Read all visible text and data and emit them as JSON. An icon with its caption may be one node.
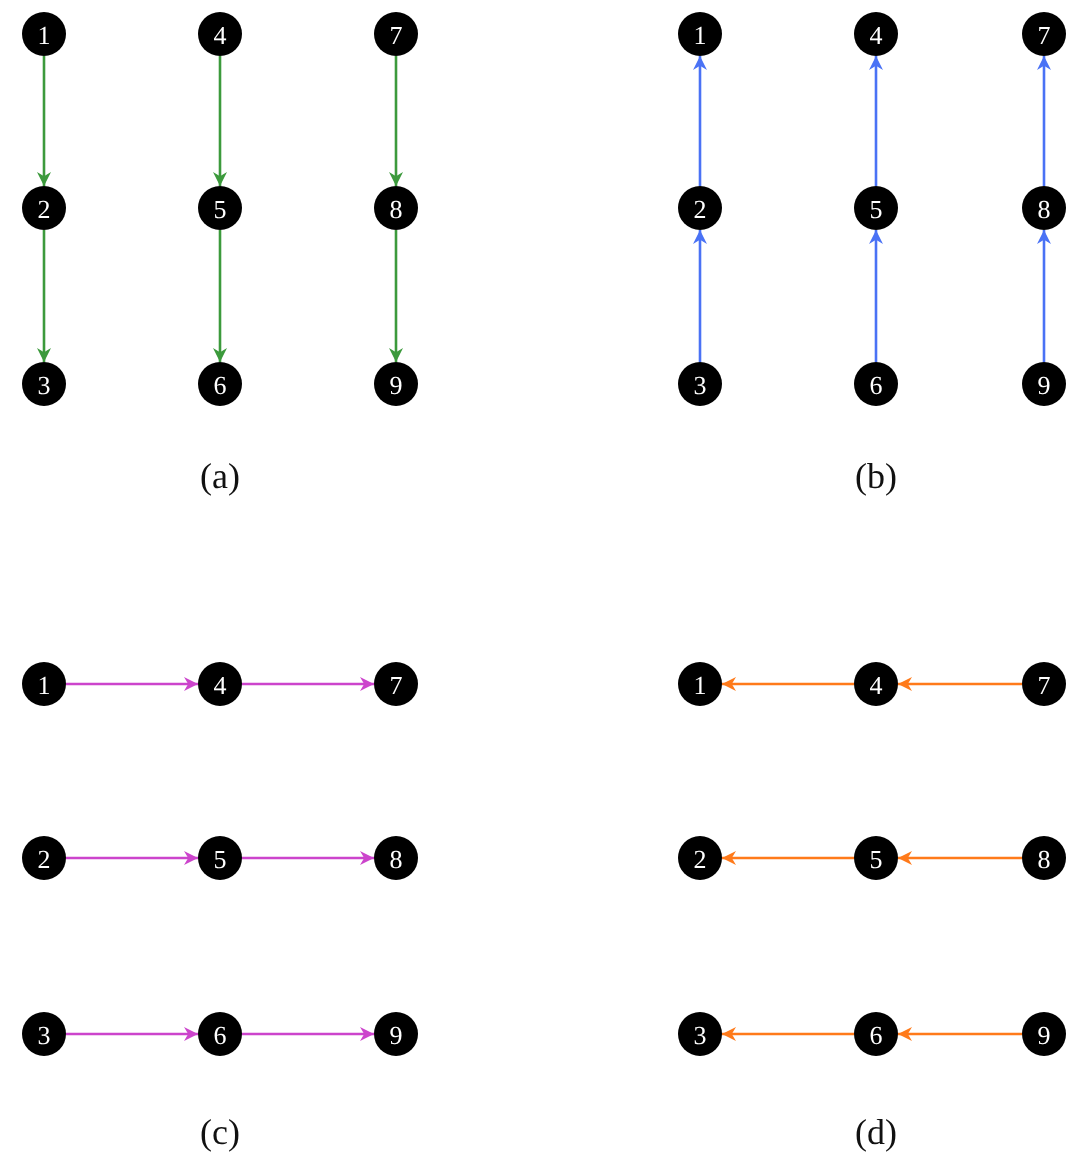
{
  "diagram": {
    "nodes": [
      {
        "text": [
          "1"
        ]
      },
      {
        "text": [
          "2"
        ]
      },
      {
        "text": [
          "3"
        ]
      },
      {
        "text": [
          "4"
        ]
      },
      {
        "text": [
          "5"
        ]
      },
      {
        "text": [
          "6"
        ]
      },
      {
        "text": [
          "7"
        ]
      },
      {
        "text": [
          "8"
        ]
      },
      {
        "text": [
          "9"
        ]
      },
      {
        "text": [
          "1"
        ]
      },
      {
        "text": [
          "2"
        ]
      },
      {
        "text": [
          "3"
        ]
      },
      {
        "text": [
          "4"
        ]
      },
      {
        "text": [
          "5"
        ]
      },
      {
        "text": [
          "6"
        ]
      },
      {
        "text": [
          "7"
        ]
      },
      {
        "text": [
          "8"
        ]
      },
      {
        "text": [
          "9"
        ]
      },
      {
        "text": [
          "1"
        ]
      },
      {
        "text": [
          "2"
        ]
      },
      {
        "text": [
          "3"
        ]
      },
      {
        "text": [
          "4"
        ]
      },
      {
        "text": [
          "5"
        ]
      },
      {
        "text": [
          "6"
        ]
      },
      {
        "text": [
          "7"
        ]
      },
      {
        "text": [
          "8"
        ]
      },
      {
        "text": [
          "9"
        ]
      },
      {
        "text": [
          "1"
        ]
      },
      {
        "text": [
          "2"
        ]
      },
      {
        "text": [
          "3"
        ]
      },
      {
        "text": [
          "4"
        ]
      },
      {
        "text": [
          "5"
        ]
      },
      {
        "text": [
          "6"
        ]
      },
      {
        "text": [
          "7"
        ]
      },
      {
        "text": [
          "8"
        ]
      },
      {
        "text": [
          "9"
        ]
      }
    ],
    "edges": [
      {
        "from": 0,
        "to": 1,
        "arrow": "to",
        "color": "#3c9a3c"
      },
      {
        "from": 1,
        "to": 2,
        "arrow": "to",
        "color": "#3c9a3c"
      },
      {
        "from": 3,
        "to": 4,
        "arrow": "to",
        "color": "#3c9a3c"
      },
      {
        "from": 4,
        "to": 5,
        "arrow": "to",
        "color": "#3c9a3c"
      },
      {
        "from": 6,
        "to": 7,
        "arrow": "to",
        "color": "#3c9a3c"
      },
      {
        "from": 7,
        "to": 8,
        "arrow": "to",
        "color": "#3c9a3c"
      },
      {
        "from": 11,
        "to": 10,
        "arrow": "to",
        "color": "#4a72f5"
      },
      {
        "from": 10,
        "to": 9,
        "arrow": "to",
        "color": "#4a72f5"
      },
      {
        "from": 14,
        "to": 13,
        "arrow": "to",
        "color": "#4a72f5"
      },
      {
        "from": 13,
        "to": 12,
        "arrow": "to",
        "color": "#4a72f5"
      },
      {
        "from": 17,
        "to": 16,
        "arrow": "to",
        "color": "#4a72f5"
      },
      {
        "from": 16,
        "to": 15,
        "arrow": "to",
        "color": "#4a72f5"
      },
      {
        "from": 18,
        "to": 21,
        "arrow": "to",
        "color": "#cc44cc"
      },
      {
        "from": 21,
        "to": 24,
        "arrow": "to",
        "color": "#cc44cc"
      },
      {
        "from": 19,
        "to": 22,
        "arrow": "to",
        "color": "#cc44cc"
      },
      {
        "from": 22,
        "to": 25,
        "arrow": "to",
        "color": "#cc44cc"
      },
      {
        "from": 20,
        "to": 23,
        "arrow": "to",
        "color": "#cc44cc"
      },
      {
        "from": 23,
        "to": 26,
        "arrow": "to",
        "color": "#cc44cc"
      },
      {
        "from": 33,
        "to": 30,
        "arrow": "to",
        "color": "#ff7a1a"
      },
      {
        "from": 30,
        "to": 27,
        "arrow": "to",
        "color": "#ff7a1a"
      },
      {
        "from": 34,
        "to": 31,
        "arrow": "to",
        "color": "#ff7a1a"
      },
      {
        "from": 31,
        "to": 28,
        "arrow": "to",
        "color": "#ff7a1a"
      },
      {
        "from": 35,
        "to": 32,
        "arrow": "to",
        "color": "#ff7a1a"
      },
      {
        "from": 32,
        "to": 29,
        "arrow": "to",
        "color": "#ff7a1a"
      }
    ],
    "labels": [
      "(a)",
      "(b)",
      "(c)",
      "(d)"
    ]
  }
}
